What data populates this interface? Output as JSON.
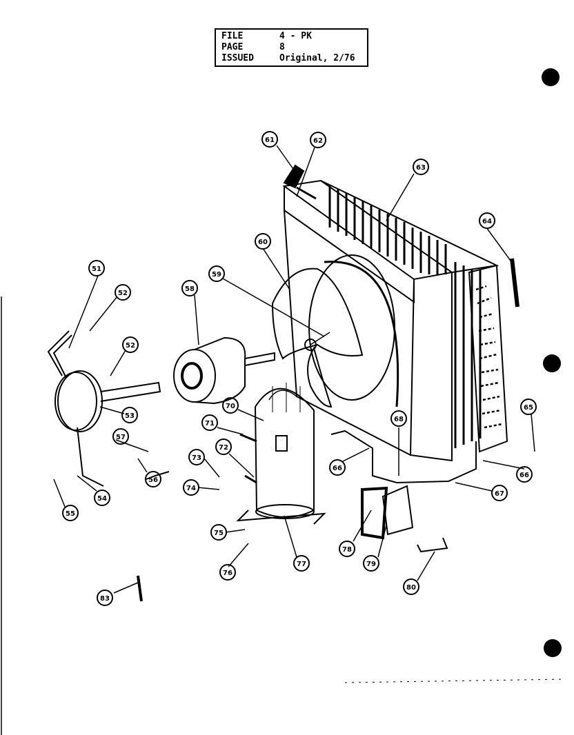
{
  "file_block": {
    "rows": [
      {
        "key": "FILE",
        "value": "4 - PK"
      },
      {
        "key": "PAGE",
        "value": "8"
      },
      {
        "key": "ISSUED",
        "value": "Original, 2/76"
      }
    ]
  },
  "callouts": [
    {
      "id": "c-1",
      "label": "61"
    },
    {
      "id": "c-2",
      "label": "62"
    },
    {
      "id": "c-3",
      "label": "63"
    },
    {
      "id": "c-4",
      "label": "64"
    },
    {
      "id": "c-5",
      "label": "60"
    },
    {
      "id": "c-6",
      "label": "59"
    },
    {
      "id": "c-7",
      "label": "58"
    },
    {
      "id": "c-8",
      "label": "51"
    },
    {
      "id": "c-9",
      "label": "52"
    },
    {
      "id": "c-10",
      "label": "52"
    },
    {
      "id": "c-11",
      "label": "53"
    },
    {
      "id": "c-12",
      "label": "57"
    },
    {
      "id": "c-13",
      "label": "56"
    },
    {
      "id": "c-14",
      "label": "54"
    },
    {
      "id": "c-15",
      "label": "55"
    },
    {
      "id": "c-16",
      "label": "70"
    },
    {
      "id": "c-17",
      "label": "71"
    },
    {
      "id": "c-18",
      "label": "72"
    },
    {
      "id": "c-19",
      "label": "73"
    },
    {
      "id": "c-20",
      "label": "74"
    },
    {
      "id": "c-21",
      "label": "75"
    },
    {
      "id": "c-22",
      "label": "76"
    },
    {
      "id": "c-23",
      "label": "77"
    },
    {
      "id": "c-24",
      "label": "65"
    },
    {
      "id": "c-25",
      "label": "66"
    },
    {
      "id": "c-26",
      "label": "68"
    },
    {
      "id": "c-27",
      "label": "66"
    },
    {
      "id": "c-28",
      "label": "67"
    },
    {
      "id": "c-29",
      "label": "78"
    },
    {
      "id": "c-30",
      "label": "79"
    },
    {
      "id": "c-31",
      "label": "80"
    },
    {
      "id": "c-32",
      "label": "83"
    }
  ]
}
